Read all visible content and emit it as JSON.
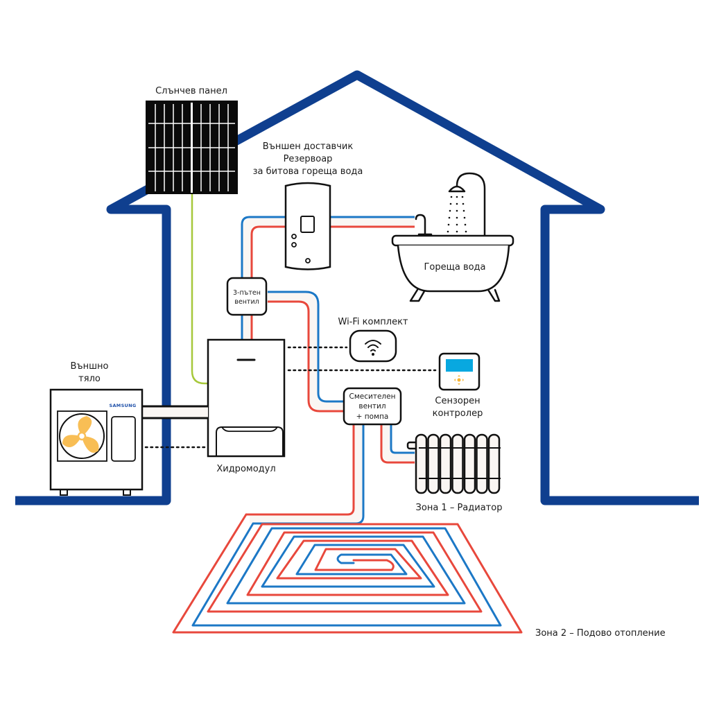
{
  "diagram": {
    "title": "Heat pump system diagram",
    "colors": {
      "house_outline": "#0f3f8f",
      "hot_pipe": "#e8483c",
      "cold_pipe": "#1c78c6",
      "pipe_fill": "#faf6f3",
      "solar_cable": "#a6c83a",
      "fan": "#f8be55",
      "controller_screen": "#08a8e0",
      "controller_buttons": "#f6b330",
      "outline": "#111111",
      "brand": "#1c4ea8"
    },
    "labels": {
      "solar_panel": "Слънчев панел",
      "tank_line1": "Външен доставчик",
      "tank_line2": "Резервоар",
      "tank_line3": "за битова гореща вода",
      "hot_water": "Гореща вода",
      "three_way_valve_line1": "3-пътен",
      "three_way_valve_line2": "вентил",
      "wifi_kit": "Wi-Fi комплект",
      "touch_controller_line1": "Сензорен",
      "touch_controller_line2": "контролер",
      "mixing_valve_line1": "Смесителен",
      "mixing_valve_line2": "вентил",
      "mixing_valve_line3": "+ помпа",
      "outdoor_unit_line1": "Външно",
      "outdoor_unit_line2": "тяло",
      "brand": "SAMSUNG",
      "hydro_module": "Хидромодул",
      "zone1": "Зона 1 – Радиатор",
      "zone2": "Зона 2 – Подово отопление"
    }
  }
}
